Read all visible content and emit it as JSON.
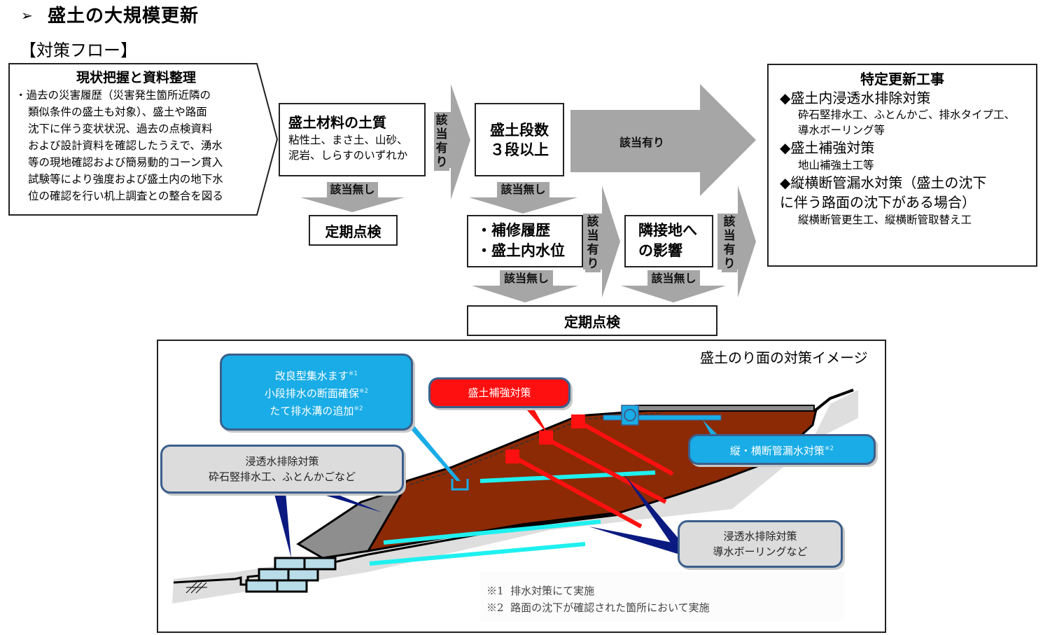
{
  "header": {
    "marker_icon": "➢",
    "title": "盛土の大規模更新",
    "subtitle": "【対策フロー】"
  },
  "flow": {
    "start": {
      "title": "現状把握と資料整理",
      "lines": [
        "・過去の災害履歴（災害発生箇所近隣の",
        "類似条件の盛土も対象）、盛土や路面",
        "沈下に伴う変状状況、過去の点検資料",
        "および設計資料を確認したうえで、湧水",
        "等の現地確認および簡易動的コーン貫入",
        "試験等により強度および盛土内の地下水",
        "位の確認を行い机上調査との整合を図る"
      ]
    },
    "soil_material": {
      "title": "盛土材料の土質",
      "lines": [
        "粘性土、まさ土、山砂、",
        "泥岩、しらすのいずれか"
      ]
    },
    "tiers": {
      "lines": [
        "盛土段数",
        "３段以上"
      ]
    },
    "history": {
      "lines": [
        "・補修履歴",
        "・盛土内水位"
      ]
    },
    "adjacent": {
      "lines": [
        "隣接地へ",
        "の影響"
      ]
    },
    "inspection_1": "定期点検",
    "inspection_2": "定期点検",
    "applicable_vertical": [
      "該",
      "当",
      "有",
      "り"
    ],
    "applicable_horizontal": "該当有り",
    "not_applicable": "該当無し",
    "result": {
      "title": "特定更新工事",
      "bullet_icon": "◆",
      "items": [
        {
          "heading": "盛土内浸透水排除対策",
          "detail_lines": [
            "砕石堅排水工、ふとんかご、排水タイプ工、",
            "導水ボーリング等"
          ]
        },
        {
          "heading": "盛土補強対策",
          "detail_lines": [
            "地山補強土工等"
          ]
        },
        {
          "heading": "縦横断管漏水対策（盛土の沈下",
          "heading_cont": "に伴う路面の沈下がある場合）",
          "detail_lines": [
            "縦横断管更生工、縦横断管取替え工"
          ]
        }
      ]
    }
  },
  "illustration": {
    "title": "盛土のり面の対策イメージ",
    "callouts": {
      "drainage": {
        "lines": [
          "改良型集水ます",
          "小段排水の断面確保",
          "たて排水溝の追加"
        ],
        "notes": [
          "※1",
          "※2",
          "※2"
        ]
      },
      "reinforcement": {
        "text": "盛土補強対策"
      },
      "pipe": {
        "text": "縦・横断管漏水対策",
        "note": "※2"
      },
      "seepage_left": {
        "lines": [
          "浸透水排除対策",
          "砕石竪排水工、ふとんかごなど"
        ]
      },
      "seepage_right": {
        "lines": [
          "浸透水排除対策",
          "導水ボーリングなど"
        ]
      }
    },
    "footnotes": [
      {
        "mark": "※1",
        "text": "排水対策にて実施"
      },
      {
        "mark": "※2",
        "text": "路面の沈下が確認された箇所において実施"
      }
    ],
    "colors": {
      "embankment": "#8b2a05",
      "drain_pipe": "#1ff0f0",
      "reinforcement": "#ff1010",
      "callout_blue": "#19ace6",
      "pointer_navy": "#0a1a80",
      "gabion": "#b8dde8",
      "gravel": "#8e8e8e",
      "ground": "#dedede"
    }
  }
}
